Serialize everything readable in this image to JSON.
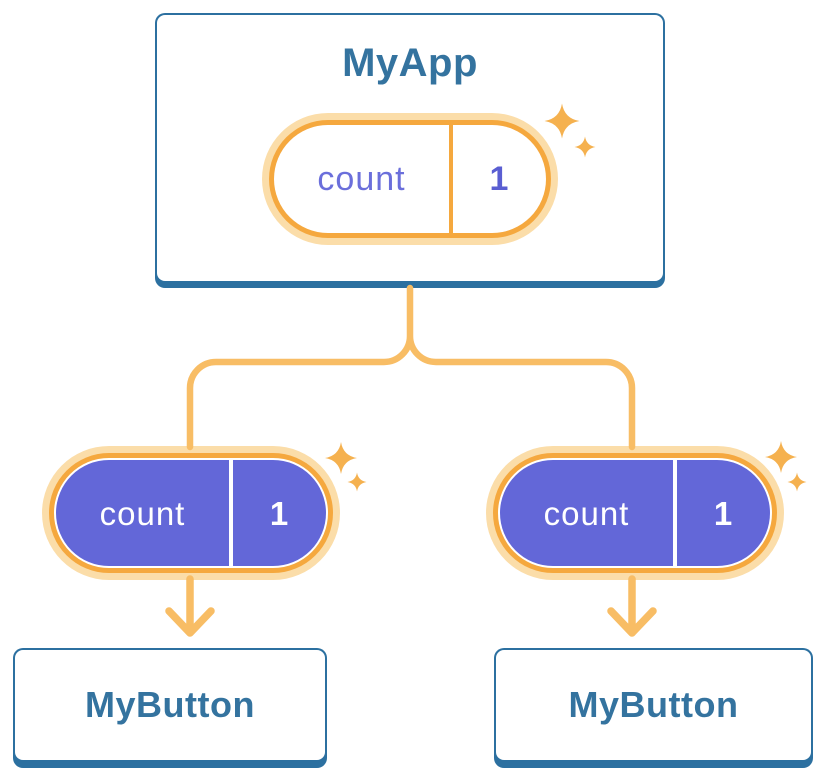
{
  "colors": {
    "canvas_bg": "#FFFFFF",
    "node_border": "#2C70A0",
    "node_bg": "#FFFFFF",
    "node_title": "#34739F",
    "connector": "#F8BD65",
    "pill_border": "#F5A83E",
    "pill_glow": "#FBDDA9",
    "state_fill": "#6367D8",
    "state_label_purple": "#6B6FDB",
    "state_value_purple": "#5A5ED2",
    "state_text_white": "#FFFFFF",
    "sparkle": "#F5B14F"
  },
  "root": {
    "title": "MyApp",
    "state": {
      "label": "count",
      "value": "1"
    }
  },
  "children": [
    {
      "title": "MyButton",
      "state": {
        "label": "count",
        "value": "1"
      }
    },
    {
      "title": "MyButton",
      "state": {
        "label": "count",
        "value": "1"
      }
    }
  ]
}
